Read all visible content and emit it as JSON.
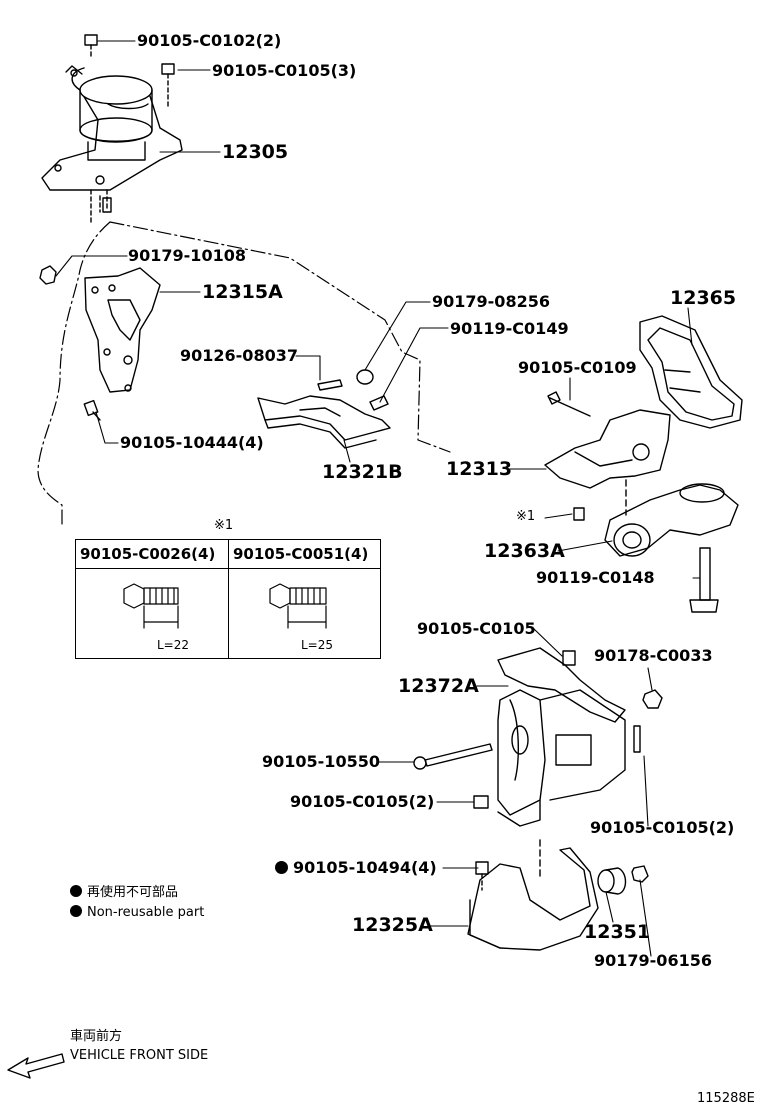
{
  "parts": {
    "bolt_top": "90105-C0102(2)",
    "bolt_top2": "90105-C0105(3)",
    "mount_upper": "12305",
    "nut_left": "90179-10108",
    "bracket_left": "12315A",
    "stud": "90126-08037",
    "nut_08256": "90179-08256",
    "bolt_c0149": "90119-C0149",
    "bolt_10444": "90105-10444(4)",
    "bracket_12321b": "12321B",
    "cover_12365": "12365",
    "bolt_c0109": "90105-C0109",
    "bracket_12313": "12313",
    "ref_mark": "※1",
    "mount_12363a": "12363A",
    "bolt_c0148": "90119-C0148",
    "bolt_c0105": "90105-C0105",
    "nut_c0033": "90178-C0033",
    "bracket_12372a": "12372A",
    "bolt_10550": "90105-10550",
    "bolt_c0105_2a": "90105-C0105(2)",
    "bolt_c0105_2b": "90105-C0105(2)",
    "bolt_10494": "90105-10494(4)",
    "bracket_12325a": "12325A",
    "stopper_12351": "12351",
    "nut_06156": "90179-06156"
  },
  "table": {
    "note_mark": "※1",
    "col1_header": "90105-C0026(4)",
    "col2_header": "90105-C0051(4)",
    "col1_length": "L=22",
    "col2_length": "L=25"
  },
  "legend": {
    "line_jp": "再使用不可部品",
    "line_en": "Non-reusable part"
  },
  "direction": {
    "label_jp": "車両前方",
    "label_en": "VEHICLE FRONT SIDE"
  },
  "figure_id": "115288E"
}
